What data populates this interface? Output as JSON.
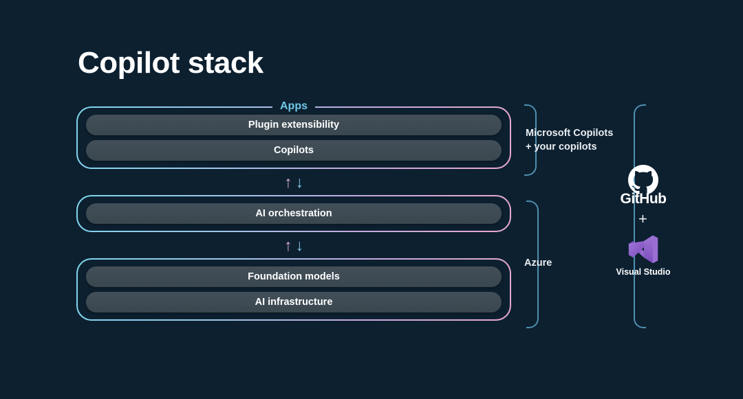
{
  "slide": {
    "title": "Copilot stack",
    "background_color": "#0d2030"
  },
  "colors": {
    "accent_cyan": "#6fc9e8",
    "accent_pink": "#e8a9d0",
    "pill_bg": "#3e4b54",
    "brace": "#4f8fb0",
    "vs_purple": "#8b5fc6",
    "text": "#ffffff"
  },
  "stack": {
    "layers": [
      {
        "label": "Apps",
        "items": [
          "Plugin extensibility",
          "Copilots"
        ]
      },
      {
        "label": "",
        "items": [
          "AI orchestration"
        ]
      },
      {
        "label": "",
        "items": [
          "Foundation models",
          "AI infrastructure"
        ]
      }
    ],
    "connectors": [
      {
        "up": "↑",
        "down": "↓"
      },
      {
        "up": "↑",
        "down": "↓"
      }
    ]
  },
  "annotations": {
    "copilots_bracket_label": "Microsoft Copilots\n+ your copilots",
    "azure_bracket_label": "Azure"
  },
  "tools": {
    "github": {
      "icon": "github-icon",
      "caption": "GitHub"
    },
    "plus": "+",
    "visual_studio": {
      "icon": "visual-studio-icon",
      "caption": "Visual Studio"
    }
  }
}
